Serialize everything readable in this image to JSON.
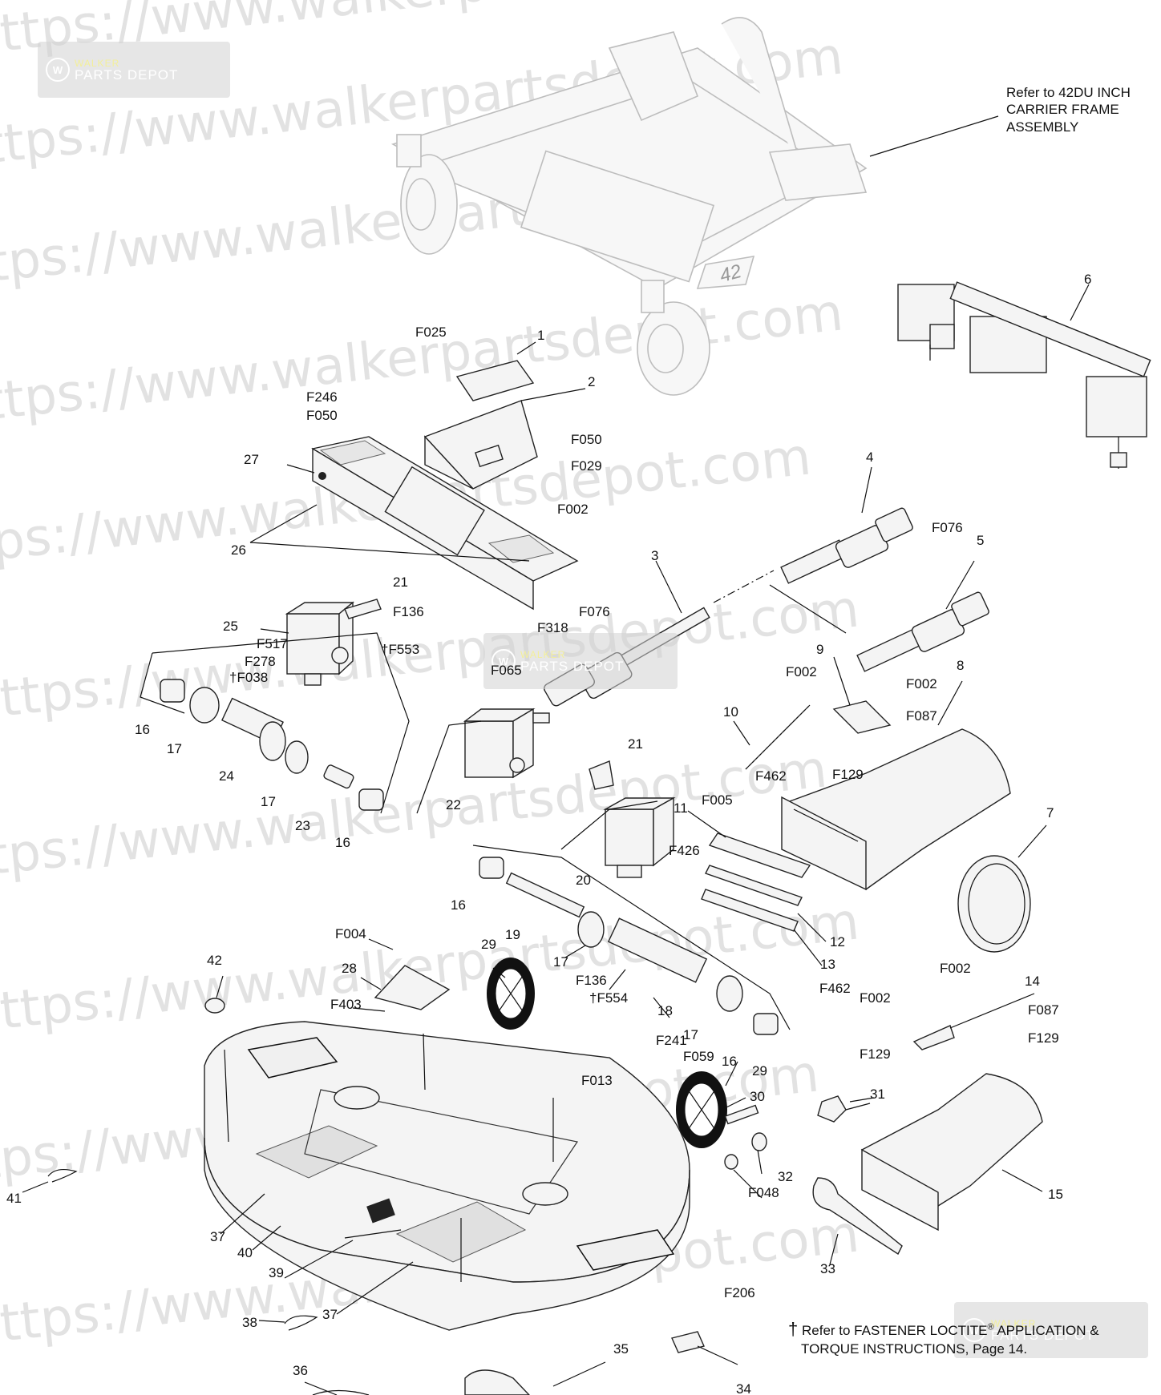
{
  "watermark": {
    "text_https": "https://www.walkerpartsdepot.com",
    "brand_top": "WALKER",
    "brand_bottom": "PARTS DEPOT",
    "logo_letter": "W"
  },
  "reference_note": {
    "line1": "Refer to 42DU INCH",
    "line2": "CARRIER FRAME ASSEMBLY"
  },
  "deck_badge": "42",
  "footnote": {
    "dagger": "†",
    "line1_a": "Refer to FASTENER LOCTITE",
    "registered": "®",
    "line1_b": " APPLICATION &",
    "line2": "TORQUE INSTRUCTIONS, Page 14."
  },
  "callouts": {
    "c1": "1",
    "c2": "2",
    "c3": "3",
    "c4": "4",
    "c5": "5",
    "c6": "6",
    "c7": "7",
    "c8": "8",
    "c9": "9",
    "c10": "10",
    "c11": "11",
    "c12": "12",
    "c13": "13",
    "c14": "14",
    "c15": "15",
    "c16a": "16",
    "c16b": "16",
    "c16c": "16",
    "c16d": "16",
    "c17a": "17",
    "c17b": "17",
    "c17c": "17",
    "c17d": "17",
    "c18": "18",
    "c19": "19",
    "c20": "20",
    "c21a": "21",
    "c21b": "21",
    "c22": "22",
    "c23": "23",
    "c24": "24",
    "c25": "25",
    "c26": "26",
    "c27": "27",
    "c28": "28",
    "c29a": "29",
    "c29b": "29",
    "c30": "30",
    "c31": "31",
    "c32": "32",
    "c33": "33",
    "c34": "34",
    "c35": "35",
    "c36": "36",
    "c37a": "37",
    "c37b": "37",
    "c38": "38",
    "c39": "39",
    "c40": "40",
    "c41": "41",
    "c42": "42",
    "F025": "F025",
    "F246": "F246",
    "F050a": "F050",
    "F050b": "F050",
    "F029": "F029",
    "F002a": "F002",
    "F002b": "F002",
    "F002c": "F002",
    "F002d": "F002",
    "F002e": "F002",
    "F076a": "F076",
    "F076b": "F076",
    "F136a": "F136",
    "F136b": "F136",
    "F553": "†F553",
    "F517": "F517",
    "F278": "F278",
    "F038": "†F038",
    "F318": "F318",
    "F065": "F065",
    "F087a": "F087",
    "F087b": "F087",
    "F129a": "F129",
    "F129b": "F129",
    "F005": "F005",
    "F462a": "F462",
    "F462b": "F462",
    "F426": "F426",
    "F004": "F004",
    "F403": "F403",
    "F554": "†F554",
    "F013": "F013",
    "F241": "F241",
    "F059": "F059",
    "F048": "F048",
    "F206": "F206"
  }
}
